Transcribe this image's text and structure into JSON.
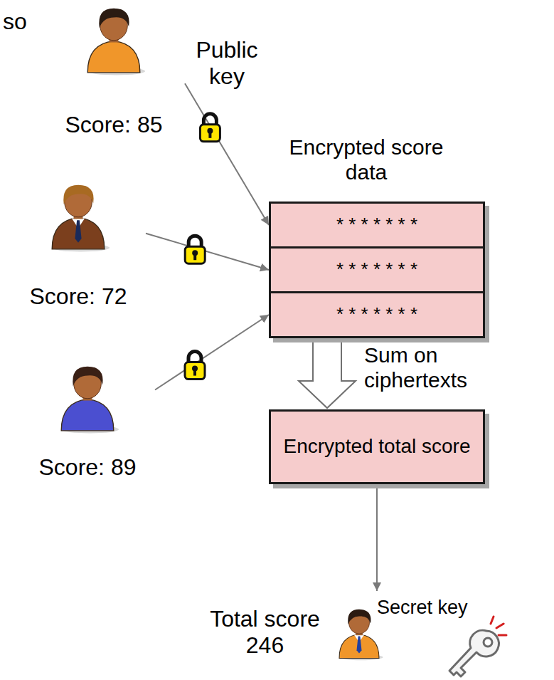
{
  "diagram": {
    "nodes": [
      {
        "text": [
          "Score: 85"
        ]
      },
      {
        "text": [
          "Score: 72"
        ]
      },
      {
        "text": [
          "Score: 89"
        ]
      },
      {
        "text": [
          "Encrypted score data"
        ]
      },
      {
        "text": [
          "* * * * * * *"
        ],
        "in": 3
      },
      {
        "text": [
          "* * * * * * *"
        ],
        "in": 3
      },
      {
        "text": [
          "* * * * * * *"
        ],
        "in": 3
      },
      {
        "text": [
          "Encrypted total score"
        ],
        "in": 3
      },
      {
        "text": [
          "Total score 246"
        ]
      }
    ],
    "edges": [
      {
        "from": 0,
        "to": 4,
        "arrow": "to"
      },
      {
        "from": 1,
        "to": 5,
        "arrow": "to"
      },
      {
        "from": 2,
        "to": 6,
        "arrow": "to"
      },
      {
        "from": 6,
        "to": 7,
        "label": "Sum on ciphertexts",
        "arrow": "to"
      },
      {
        "from": 7,
        "to": 8,
        "arrow": "to"
      }
    ],
    "labels": [
      "so",
      "Public key",
      "Secret key"
    ]
  }
}
